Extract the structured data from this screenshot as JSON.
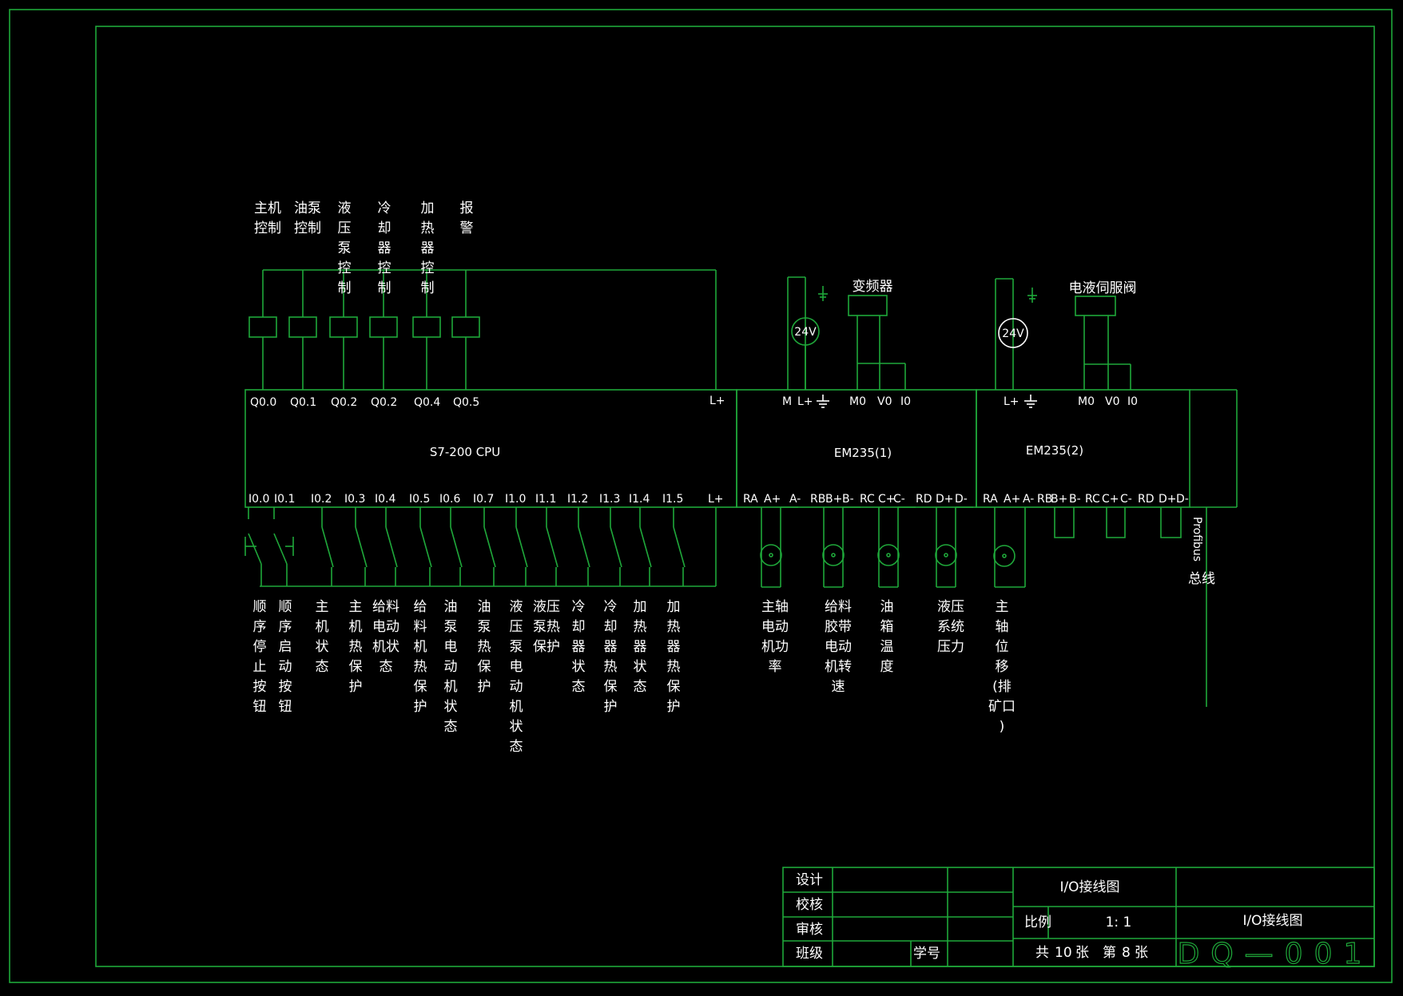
{
  "outputs": [
    {
      "pin": "Q0.0",
      "label": [
        "主机",
        "控制"
      ]
    },
    {
      "pin": "Q0.1",
      "label": [
        "油泵",
        "控制"
      ]
    },
    {
      "pin": "Q0.2",
      "label": [
        "液",
        "压",
        "泵",
        "控",
        "制"
      ]
    },
    {
      "pin": "Q0.2",
      "label": [
        "冷",
        "却",
        "器",
        "控",
        "制"
      ]
    },
    {
      "pin": "Q0.4",
      "label": [
        "加",
        "热",
        "器",
        "控",
        "制"
      ]
    },
    {
      "pin": "Q0.5",
      "label": [
        "报",
        "警"
      ]
    }
  ],
  "cpu": {
    "name": "S7-200 CPU",
    "power_top": "L+",
    "power_bottom": "L+",
    "inputs": [
      {
        "pin": "I0.0",
        "label": [
          "顺",
          "序",
          "停",
          "止",
          "按",
          "钮"
        ]
      },
      {
        "pin": "I0.1",
        "label": [
          "顺",
          "序",
          "启",
          "动",
          "按",
          "钮"
        ]
      },
      {
        "pin": "I0.2",
        "label": [
          "主",
          "机",
          "状",
          "态"
        ]
      },
      {
        "pin": "I0.3",
        "label": [
          "主",
          "机",
          "热",
          "保",
          "护"
        ]
      },
      {
        "pin": "I0.4",
        "label": [
          "给料",
          "电动",
          "机状",
          "态"
        ]
      },
      {
        "pin": "I0.5",
        "label": [
          "给",
          "料",
          "机",
          "热",
          "保",
          "护"
        ]
      },
      {
        "pin": "I0.6",
        "label": [
          "油",
          "泵",
          "电",
          "动",
          "机",
          "状",
          "态"
        ]
      },
      {
        "pin": "I0.7",
        "label": [
          "油",
          "泵",
          "热",
          "保",
          "护"
        ]
      },
      {
        "pin": "I1.0",
        "label": [
          "液",
          "压",
          "泵",
          "电",
          "动",
          "机",
          "状",
          "态"
        ]
      },
      {
        "pin": "I1.1",
        "label": [
          "液压",
          "泵热",
          "保护"
        ]
      },
      {
        "pin": "I1.2",
        "label": [
          "冷",
          "却",
          "器",
          "状",
          "态"
        ]
      },
      {
        "pin": "I1.3",
        "label": [
          "冷",
          "却",
          "器",
          "热",
          "保",
          "护"
        ]
      },
      {
        "pin": "I1.4",
        "label": [
          "加",
          "热",
          "器",
          "状",
          "态"
        ]
      },
      {
        "pin": "I1.5",
        "label": [
          "加",
          "热",
          "器",
          "热",
          "保",
          "护"
        ]
      }
    ]
  },
  "em1": {
    "name": "EM235(1)",
    "top_pins": [
      "M",
      "L+",
      "M0",
      "V0",
      "I0"
    ],
    "bottom_pins": [
      "RA",
      "A+",
      "A-",
      "RB",
      "B+",
      "B-",
      "RC",
      "C+",
      "C-",
      "RD",
      "D+",
      "D-"
    ],
    "device": "变频器",
    "supply": "24V",
    "analog": [
      {
        "label": [
          "主轴",
          "电动",
          "机功",
          "率"
        ]
      },
      {
        "label": [
          "给料",
          "胶带",
          "电动",
          "机转",
          "速"
        ]
      },
      {
        "label": [
          "油",
          "箱",
          "温",
          "度"
        ]
      },
      {
        "label": [
          "液压",
          "系统",
          "压力"
        ]
      }
    ]
  },
  "em2": {
    "name": "EM235(2)",
    "top_pins": [
      "L+",
      "M0",
      "V0",
      "I0"
    ],
    "bottom_pins": [
      "RA",
      "A+",
      "A-",
      "RB",
      "B+",
      "B-",
      "RC",
      "C+",
      "C-",
      "RD",
      "D+",
      "D-"
    ],
    "device": "电液伺服阀",
    "supply": "24V",
    "analog": [
      {
        "label": [
          "主",
          "轴",
          "位",
          "移",
          "(排",
          "矿口",
          ")"
        ]
      }
    ]
  },
  "bus": {
    "name": "Profibus",
    "suffix": "总线"
  },
  "title_block": {
    "roles": [
      "设计",
      "校核",
      "审核",
      "班级"
    ],
    "student_no": "学号",
    "drawing_title": "I/O接线图",
    "scale_label": "比例",
    "scale_value": "1: 1",
    "sheet_total_label": "共",
    "sheet_total": "10",
    "sheet_unit": "张",
    "sheet_no_label": "第",
    "sheet_no": "8",
    "sheet_no_unit": "张",
    "drawing_name": "I/O接线图",
    "drawing_code": "DQ—001"
  },
  "colors": {
    "line": "#1fa83a",
    "text": "#ffffff",
    "background": "#000000",
    "frame_outer": "#1fa83a"
  }
}
